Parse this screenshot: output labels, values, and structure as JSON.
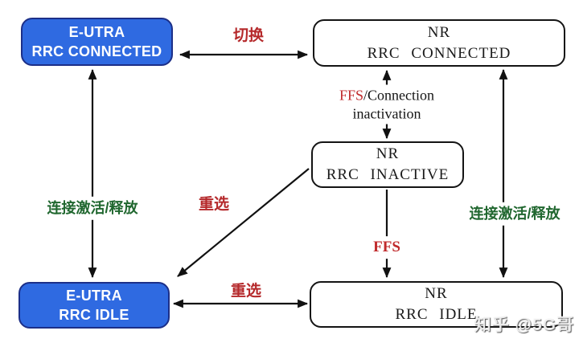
{
  "states": {
    "eutra_connected": {
      "line1": "E-UTRA",
      "line2": "RRC CONNECTED"
    },
    "nr_connected": {
      "line1": "NR",
      "line2": "RRC CONNECTED"
    },
    "nr_inactive": {
      "line1": "NR",
      "line2": "RRC INACTIVE"
    },
    "eutra_idle": {
      "line1": "E-UTRA",
      "line2": "RRC IDLE"
    },
    "nr_idle": {
      "line1": "NR",
      "line2": "RRC IDLE"
    }
  },
  "labels": {
    "handover": "切换",
    "ffs_connection_ffs": "FFS",
    "ffs_connection_rest": "/Connection",
    "ffs_connection_line2": "inactivation",
    "ffs": "FFS",
    "reselection_diagonal": "重选",
    "reselection_bottom": "重选",
    "activation_left": "连接激活/释放",
    "activation_right": "连接激活/释放"
  },
  "watermark": "知乎 @5G哥",
  "colors": {
    "state_blue_fill": "#2f6ae1",
    "state_blue_border": "#1c2f88",
    "state_white_border": "#141414",
    "label_red": "#b5292b",
    "label_green": "#20672f",
    "arrow_black": "#111111"
  }
}
